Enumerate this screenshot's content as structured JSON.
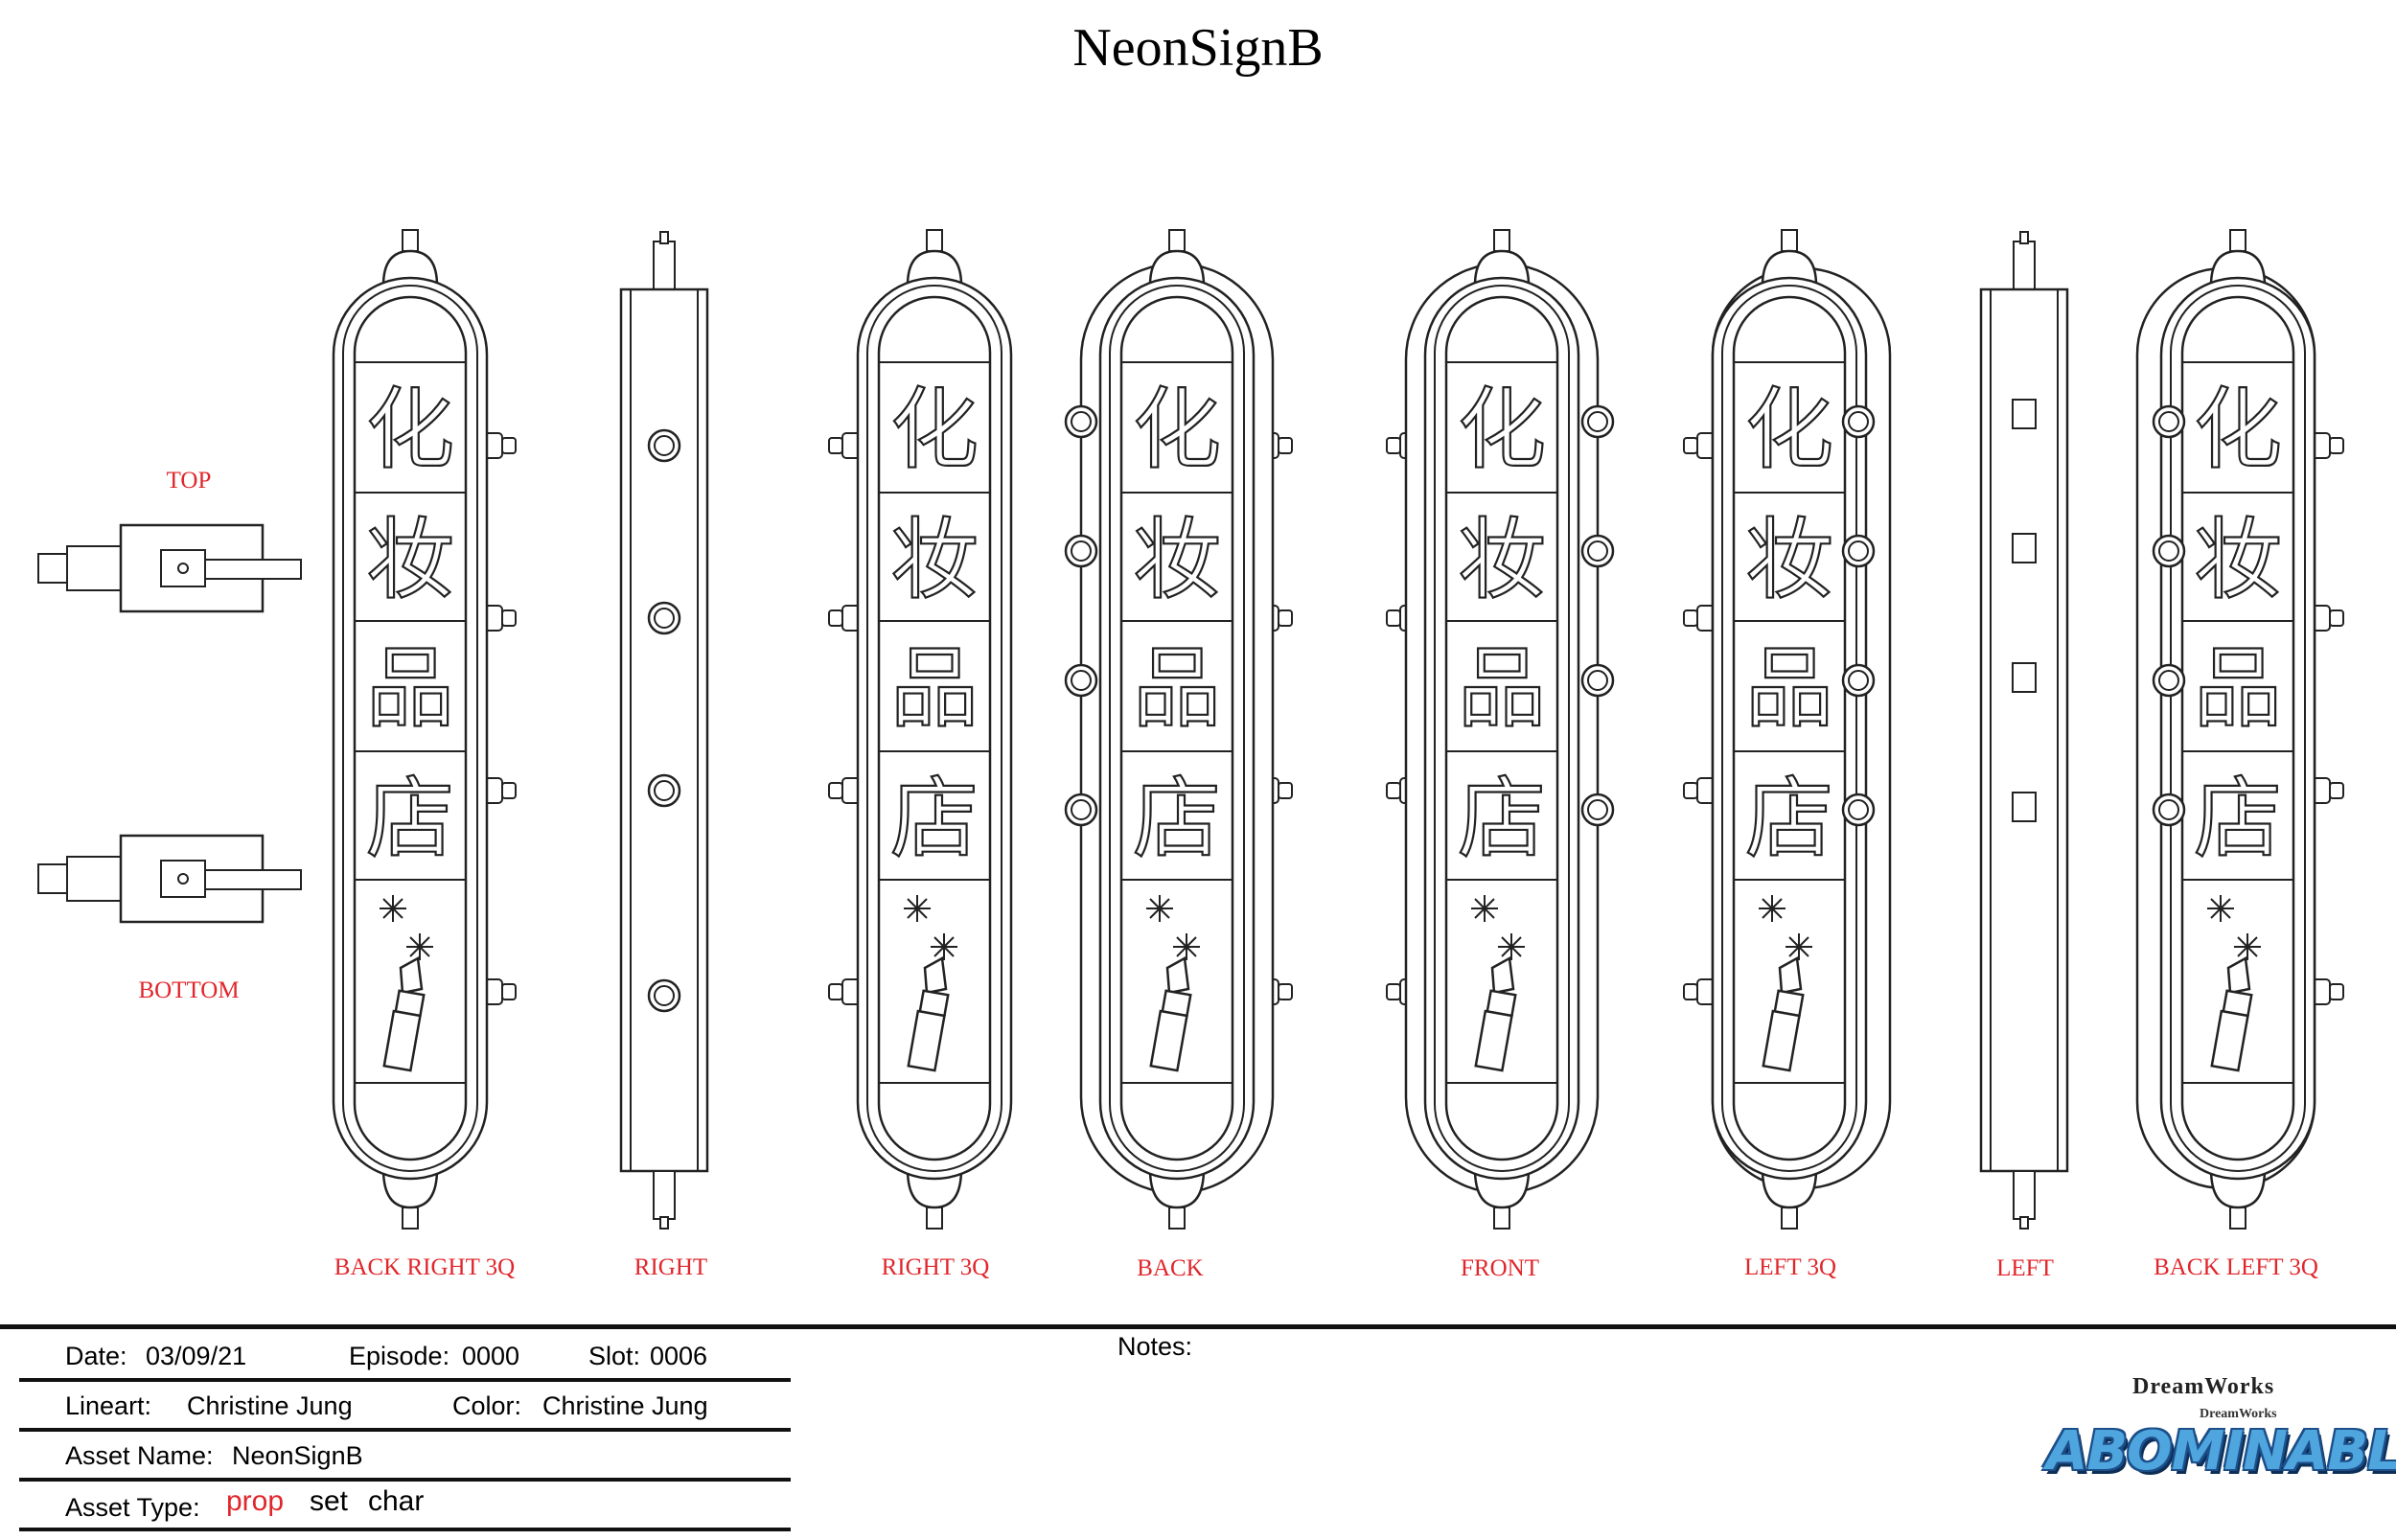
{
  "title": "NeonSignB",
  "view_labels": {
    "top": "TOP",
    "bottom": "BOTTOM",
    "back_right_3q": "BACK RIGHT 3Q",
    "right": "RIGHT",
    "right_3q": "RIGHT 3Q",
    "back": "BACK",
    "front": "FRONT",
    "left_3q": "LEFT 3Q",
    "left": "LEFT",
    "back_left_3q": "BACK LEFT 3Q"
  },
  "sign_characters": [
    "化",
    "妆",
    "品",
    "店"
  ],
  "info": {
    "date_label": "Date:",
    "date": "03/09/21",
    "episode_label": "Episode:",
    "episode": "0000",
    "slot_label": "Slot:",
    "slot": "0006",
    "lineart_label": "Lineart:",
    "lineart": "Christine Jung",
    "color_label": "Color:",
    "color": "Christine Jung",
    "asset_name_label": "Asset Name:",
    "asset_name": "NeonSignB",
    "asset_type_label": "Asset Type:",
    "asset_type_options": [
      "prop",
      "set",
      "char"
    ],
    "asset_type_selected": "prop"
  },
  "notes_label": "Notes:",
  "logo": {
    "studio": "DreamWorks",
    "studio_small": "DreamWorks",
    "film": "ABOMINABLE"
  },
  "colors": {
    "label_red": "#e0262b",
    "line": "#222222",
    "logo_blue": "#4fa5dd"
  }
}
